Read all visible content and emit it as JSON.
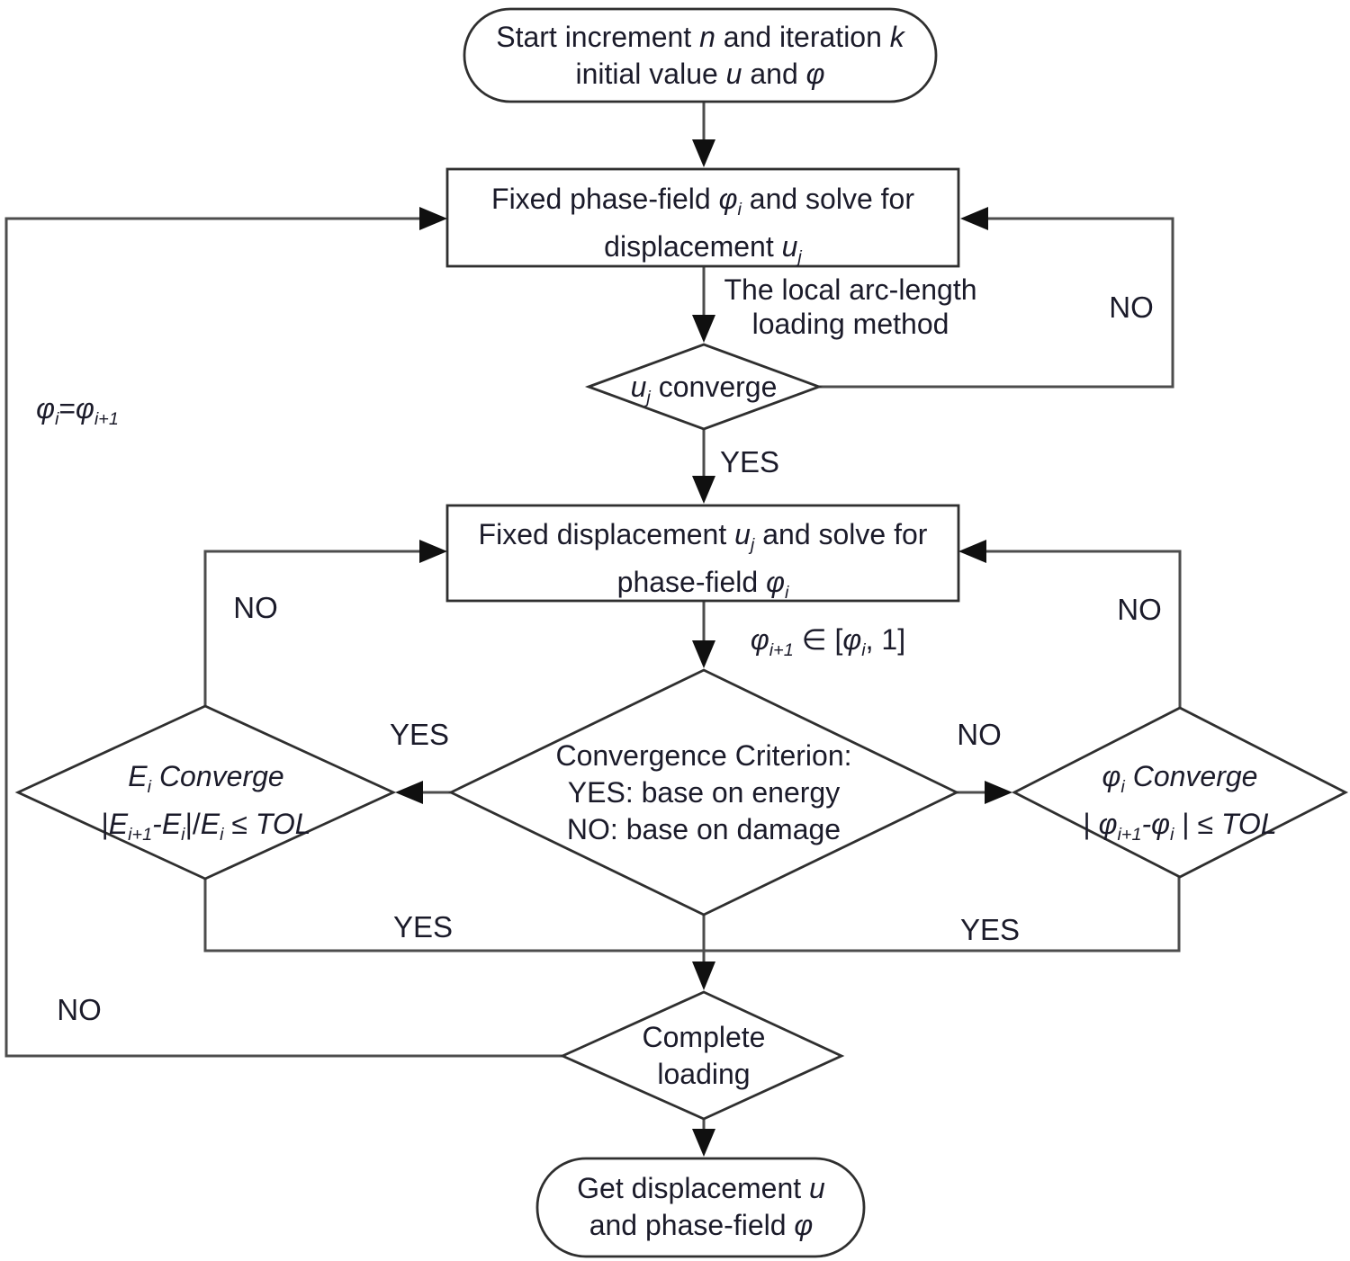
{
  "figure": {
    "type": "flowchart",
    "background": "#ffffff",
    "line_color": "#4d4d4d",
    "shape_border_color": "#2f2f2f",
    "arrow_color": "#101010",
    "text_color": "#1b1b2a"
  },
  "nodes": {
    "start": {
      "shape": "terminator",
      "lines": [
        [
          {
            "t": "Start increment "
          },
          {
            "t": "n",
            "i": 1
          },
          {
            "t": " and iteration "
          },
          {
            "t": "k",
            "i": 1
          }
        ],
        [
          {
            "t": "initial value "
          },
          {
            "t": "u",
            "i": 1
          },
          {
            "t": " and "
          },
          {
            "t": "φ",
            "i": 1
          }
        ]
      ]
    },
    "solve_displacement": {
      "shape": "process",
      "lines": [
        [
          {
            "t": "Fixed phase-field "
          },
          {
            "t": "φ",
            "i": 1
          },
          {
            "t": "i",
            "i": 1,
            "s": 1
          },
          {
            "t": " and solve for"
          }
        ],
        [
          {
            "t": "displacement "
          },
          {
            "t": "u",
            "i": 1
          },
          {
            "t": "j",
            "i": 1,
            "s": 1
          }
        ]
      ]
    },
    "uj_converge": {
      "shape": "decision",
      "lines": [
        [
          {
            "t": "u",
            "i": 1
          },
          {
            "t": "j",
            "i": 1,
            "s": 1
          },
          {
            "t": " converge"
          }
        ]
      ]
    },
    "solve_phase_field": {
      "shape": "process",
      "lines": [
        [
          {
            "t": "Fixed displacement "
          },
          {
            "t": "u",
            "i": 1
          },
          {
            "t": "j",
            "i": 1,
            "s": 1
          },
          {
            "t": " and solve for"
          }
        ],
        [
          {
            "t": "phase-field "
          },
          {
            "t": "φ",
            "i": 1
          },
          {
            "t": "i",
            "i": 1,
            "s": 1
          }
        ]
      ]
    },
    "convergence_criterion": {
      "shape": "decision",
      "lines": [
        [
          {
            "t": "Convergence Criterion:"
          }
        ],
        [
          {
            "t": "YES: base on energy"
          }
        ],
        [
          {
            "t": "NO: base on damage"
          }
        ]
      ]
    },
    "energy_converge": {
      "shape": "decision",
      "lines": [
        [
          {
            "t": "E",
            "i": 1
          },
          {
            "t": "i",
            "i": 1,
            "s": 1
          },
          {
            "t": " Converge",
            "i": 1
          }
        ],
        [
          {
            "t": "|"
          },
          {
            "t": "E",
            "i": 1
          },
          {
            "t": "i+1",
            "i": 1,
            "s": 1
          },
          {
            "t": "-",
            "i": 1
          },
          {
            "t": "E",
            "i": 1
          },
          {
            "t": "i",
            "i": 1,
            "s": 1
          },
          {
            "t": "|/"
          },
          {
            "t": "E",
            "i": 1
          },
          {
            "t": "i",
            "i": 1,
            "s": 1
          },
          {
            "t": " ≤ "
          },
          {
            "t": "TOL",
            "i": 1
          }
        ]
      ]
    },
    "phi_converge": {
      "shape": "decision",
      "lines": [
        [
          {
            "t": "φ",
            "i": 1
          },
          {
            "t": "i",
            "i": 1,
            "s": 1
          },
          {
            "t": " Converge",
            "i": 1
          }
        ],
        [
          {
            "t": "| "
          },
          {
            "t": "φ",
            "i": 1
          },
          {
            "t": "i+1",
            "i": 1,
            "s": 1
          },
          {
            "t": "-",
            "i": 1
          },
          {
            "t": "φ",
            "i": 1
          },
          {
            "t": "i",
            "i": 1,
            "s": 1
          },
          {
            "t": " | ≤ "
          },
          {
            "t": "TOL",
            "i": 1
          }
        ]
      ]
    },
    "complete_loading": {
      "shape": "decision",
      "lines": [
        [
          {
            "t": "Complete"
          }
        ],
        [
          {
            "t": "loading"
          }
        ]
      ]
    },
    "end": {
      "shape": "terminator",
      "lines": [
        [
          {
            "t": "Get displacement "
          },
          {
            "t": "u",
            "i": 1
          }
        ],
        [
          {
            "t": "and phase-field "
          },
          {
            "t": "φ",
            "i": 1
          }
        ]
      ]
    }
  },
  "annotations": {
    "arc_length_method": {
      "lines": [
        [
          {
            "t": "The local arc-length"
          }
        ],
        [
          {
            "t": "loading method"
          }
        ]
      ]
    },
    "phi_range": {
      "lines": [
        [
          {
            "t": "φ",
            "i": 1
          },
          {
            "t": "i+1",
            "i": 1,
            "s": 1
          },
          {
            "t": " ∈ ["
          },
          {
            "t": "φ",
            "i": 1
          },
          {
            "t": "i",
            "i": 1,
            "s": 1
          },
          {
            "t": ", 1]"
          }
        ]
      ]
    },
    "phi_update": {
      "lines": [
        [
          {
            "t": "φ",
            "i": 1
          },
          {
            "t": "i",
            "i": 1,
            "s": 1
          },
          {
            "t": "="
          },
          {
            "t": "φ",
            "i": 1
          },
          {
            "t": "i+1",
            "i": 1,
            "s": 1
          }
        ]
      ]
    }
  },
  "edge_labels": {
    "uj_yes": "YES",
    "uj_no": "NO",
    "energy_no": "NO",
    "phi_no": "NO",
    "criterion_yes": "YES",
    "criterion_no": "NO",
    "energy_yes": "YES",
    "phi_yes": "YES",
    "loading_no": "NO"
  }
}
